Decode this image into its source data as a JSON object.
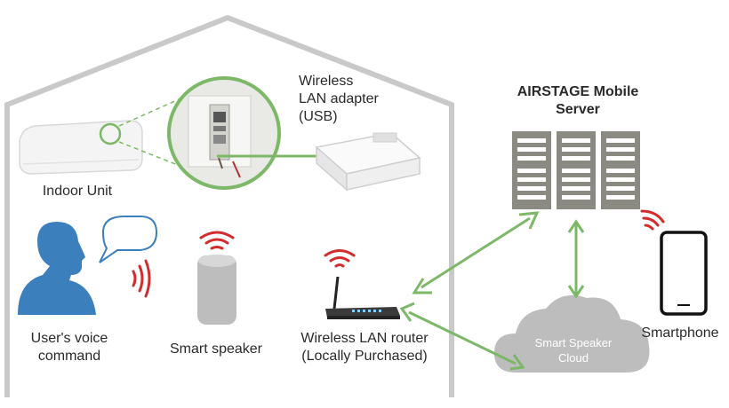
{
  "labels": {
    "indoor_unit": "Indoor Unit",
    "adapter_line1": "Wireless",
    "adapter_line2": "LAN adapter",
    "adapter_line3": "(USB)",
    "server_line1": "AIRSTAGE Mobile",
    "server_line2": "Server",
    "voice_line1": "User's voice",
    "voice_line2": "command",
    "speaker": "Smart speaker",
    "router_line1": "Wireless LAN router",
    "router_line2": "(Locally Purchased)",
    "smartphone": "Smartphone",
    "cloud_line1": "Smart Speaker",
    "cloud_line2": "Cloud"
  },
  "colors": {
    "house_outline": "#c9c9c9",
    "arrow_green": "#7db869",
    "wave_red": "#d22c2c",
    "person_blue": "#3c7fbd",
    "server_gray": "#8a8a82",
    "cloud_gray": "#bdbdbd"
  }
}
